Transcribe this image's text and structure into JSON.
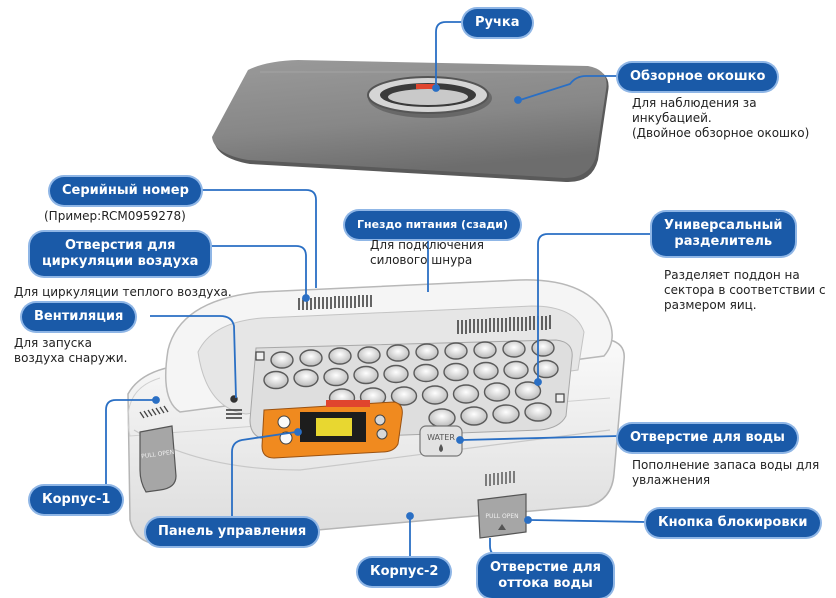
{
  "labels": {
    "handle": "Ручка",
    "viewing_window": "Обзорное окошко",
    "serial_number": "Серийный номер",
    "power_socket": "Гнездо питания (сзади)",
    "universal_divider_1": "Универсальный",
    "universal_divider_2": "разделитель",
    "circulation_holes_1": "Отверстия для",
    "circulation_holes_2": "циркуляции воздуха",
    "ventilation": "Вентиляция",
    "water_hole": "Отверстие для воды",
    "body_1": "Корпус-1",
    "control_panel": "Панель управления",
    "lock_button": "Кнопка блокировки",
    "body_2": "Корпус-2",
    "drain_hole_1": "Отверстие для",
    "drain_hole_2": "оттока воды"
  },
  "descriptions": {
    "viewing_window_1": "Для наблюдения за",
    "viewing_window_2": "инкубацией.",
    "viewing_window_3": "(Двойное обзорное окошко)",
    "serial_example": "(Пример:RCM0959278)",
    "power_socket_1": "Для подключения",
    "power_socket_2": "силового шнура",
    "divider_1": "Разделяет поддон на",
    "divider_2": "сектора в соответствии с",
    "divider_3": "размером яиц.",
    "circulation": "Для циркуляции теплого воздуха.",
    "ventilation_1": "Для запуска",
    "ventilation_2": "воздуха снаружи.",
    "water_1": "Пополнение запаса воды для",
    "water_2": "увлажнения"
  },
  "device_marks": {
    "water_port": "WATER",
    "lock_left": "PULL OPEN",
    "lock_right": "PULL OPEN"
  },
  "colors": {
    "label_bg": "#1a5aa8",
    "label_ring": "#8fb6e6",
    "leader": "#2a6fc4",
    "lid": "#8f8f8f",
    "body": "#eeeeee"
  }
}
